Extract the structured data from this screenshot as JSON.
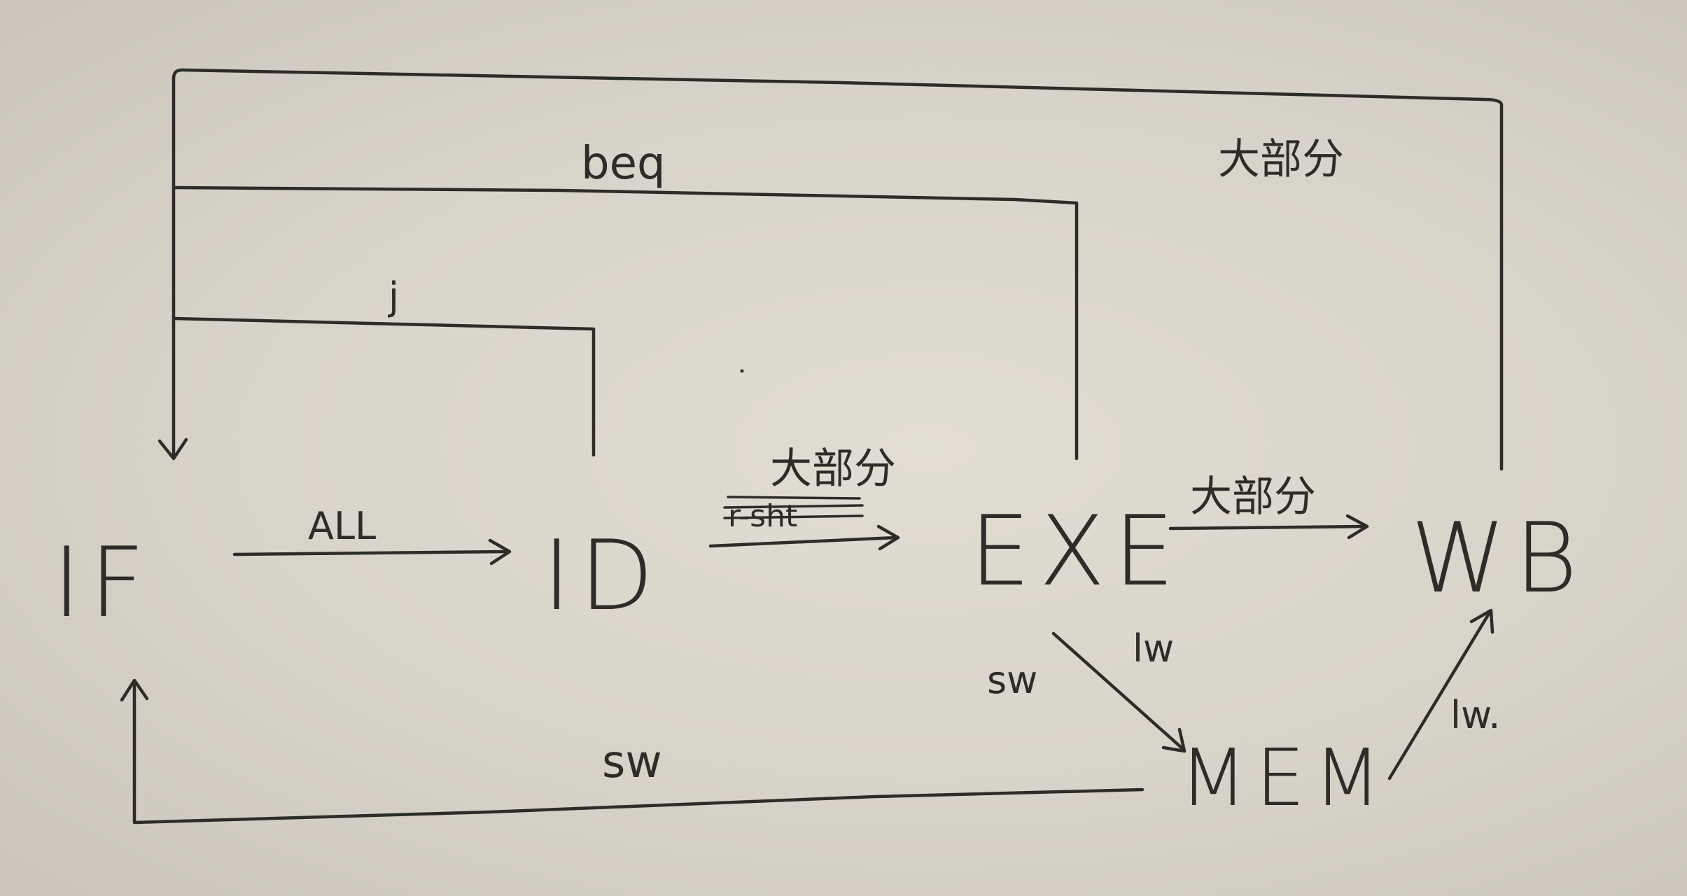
{
  "diagram": {
    "nodes": {
      "if": "IF",
      "id": "ID",
      "exe": "EXE",
      "wb": "WB",
      "mem": "MEM"
    },
    "edges": {
      "if_to_id": "ALL",
      "id_to_exe": "大部分",
      "id_to_exe_struck": "r-sht",
      "exe_to_wb": "大部分",
      "exe_to_mem_a": "sw",
      "exe_to_mem_b": "lw",
      "mem_to_wb": "lw.",
      "mem_to_if": "sw",
      "id_to_if": "j",
      "exe_to_if": "beq",
      "wb_to_if": "大部分"
    }
  },
  "colors": {
    "paper": "#dcd7cd",
    "ink": "#2e2c28"
  }
}
